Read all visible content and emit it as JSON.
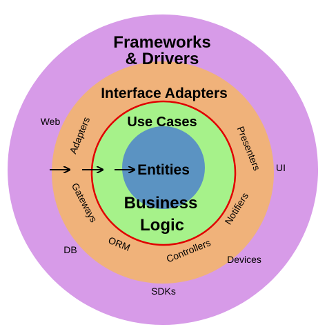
{
  "layers": {
    "outer": {
      "title_line1": "Frameworks",
      "title_line2": "& Drivers",
      "color": "#d79be8"
    },
    "adapters": {
      "title": "Interface Adapters",
      "color": "#f0b27a"
    },
    "usecases": {
      "title": "Use Cases",
      "color": "#a6f28a"
    },
    "entities": {
      "title": "Entities",
      "color": "#5b93c2"
    }
  },
  "business": {
    "line1": "Business",
    "line2": "Logic"
  },
  "outer_labels": {
    "web": "Web",
    "ui": "UI",
    "db": "DB",
    "devices": "Devices",
    "sdks": "SDKs"
  },
  "adapter_labels": {
    "adapters": "Adapters",
    "presenters": "Presenters",
    "gateways": "Gateways",
    "notifiers": "Notifiers",
    "orm": "ORM",
    "controllers": "Controllers"
  },
  "accent_colors": {
    "ring_border": "#e00000",
    "arrow": "#000000"
  }
}
